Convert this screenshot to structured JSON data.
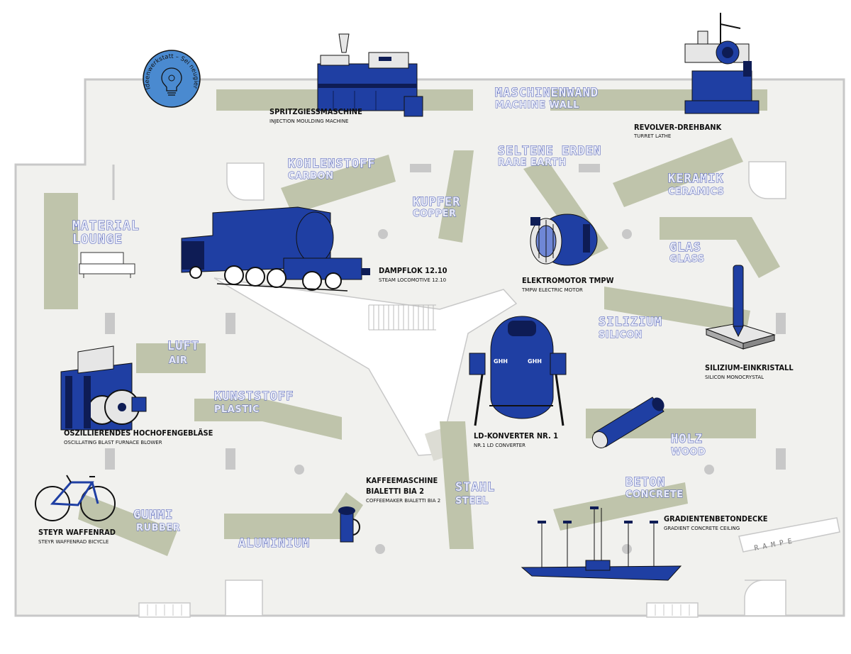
{
  "badge": {
    "text": "Ideenwerkstatt – Sei neugierig!"
  },
  "zones": {
    "machine_wall": {
      "de": "MASCHINENWAND",
      "en": "MACHINE WALL"
    },
    "carbon": {
      "de": "KOHLENSTOFF",
      "en": "CARBON"
    },
    "rare_earth": {
      "de": "SELTENE ERDEN",
      "en": "RARE EARTH"
    },
    "copper": {
      "de": "KUPFER",
      "en": "COPPER"
    },
    "ceramics": {
      "de": "KERAMIK",
      "en": "CERAMICS"
    },
    "material_lounge": {
      "line1": "MATERIAL",
      "line2": "LOUNGE"
    },
    "glass": {
      "de": "GLAS",
      "en": "GLASS"
    },
    "silicon": {
      "de": "SILIZIUM",
      "en": "SILICON"
    },
    "air": {
      "de": "LUFT",
      "en": "AIR"
    },
    "plastic": {
      "de": "KUNSTSTOFF",
      "en": "PLASTIC"
    },
    "wood": {
      "de": "HOLZ",
      "en": "WOOD"
    },
    "concrete": {
      "de": "BETON",
      "en": "CONCRETE"
    },
    "steel": {
      "de": "STAHL",
      "en": "STEEL"
    },
    "rubber": {
      "de": "GUMMI",
      "en": "RUBBER"
    },
    "aluminium": {
      "de": "ALUMINIUM"
    }
  },
  "exhibits": {
    "injection": {
      "de": "SPRITZGIESSMASCHINE",
      "en": "INJECTION MOULDING MACHINE"
    },
    "lathe": {
      "de": "REVOLVER-DREHBANK",
      "en": "TURRET LATHE"
    },
    "locomotive": {
      "de": "DAMPFLOK 12.10",
      "en": "STEAM LOCOMOTIVE 12.10"
    },
    "motor": {
      "de": "ELEKTROMOTOR TMPW",
      "en": "TMPW ELECTRIC MOTOR"
    },
    "monocrystal": {
      "de": "SILIZIUM-EINKRISTALL",
      "en": "SILICON MONOCRYSTAL"
    },
    "blower": {
      "de": "OSZILLIERENDES HOCHOFENGEBLÄSE",
      "en": "OSCILLATING BLAST FURNACE BLOWER"
    },
    "converter": {
      "de": "LD-KONVERTER NR. 1",
      "en": "NR.1 LD CONVERTER"
    },
    "coffee": {
      "de1": "KAFFEEMASCHINE",
      "de2": "BIALETTI BIA 2",
      "en": "COFFEEMAKER BIALETTI BIA 2"
    },
    "bicycle": {
      "de": "STEYR WAFFENRAD",
      "en": "STEYR WAFFENRAD BICYCLE"
    },
    "ceiling": {
      "de": "GRADIENTENBETONDECKE",
      "en": "GRADIENT CONCRETE CEILING"
    },
    "converter_logo": "GHH"
  },
  "ramp": {
    "label": "RAMPE"
  },
  "colors": {
    "floor": "#f1f1ee",
    "wall": "#c8c8c8",
    "exhibit_bar": "#bfc4ab",
    "machine_blue": "#1f3fa3",
    "badge_blue": "#4a8ad0",
    "zone_outline": "#4a59b5"
  },
  "icons": [
    "lightbulb-icon",
    "sofa-icon",
    "bicycle-icon"
  ]
}
